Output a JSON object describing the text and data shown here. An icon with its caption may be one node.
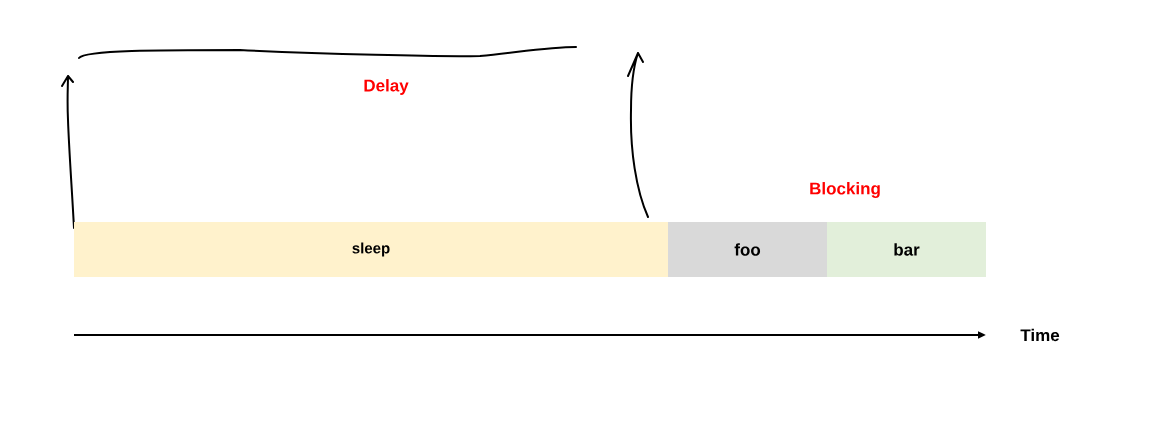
{
  "diagram": {
    "nodes": [
      {
        "text": [
          "sleep"
        ]
      },
      {
        "text": [
          "foo"
        ]
      },
      {
        "text": [
          "bar"
        ]
      }
    ],
    "edges": [],
    "labels": [
      "Delay",
      "Blocking",
      "Time"
    ]
  }
}
